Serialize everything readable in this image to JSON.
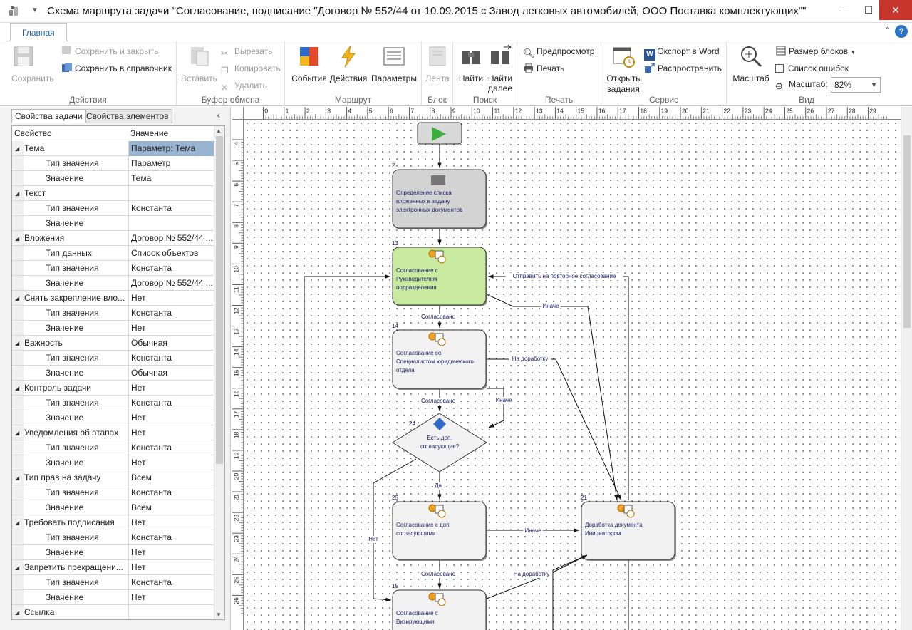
{
  "window": {
    "title": "Схема маршрута задачи \"Согласование, подписание \"Договор № 552/44 от 10.09.2015 с Завод легковых автомобилей, ООО Поставка комплектующих\"\"",
    "minimize": "—",
    "maximize": "☐",
    "close": "✕"
  },
  "ribbon": {
    "tab_main": "Главная",
    "help": "?",
    "groups": {
      "actions": {
        "label": "Действия",
        "save": "Сохранить",
        "save_close": "Сохранить и закрыть",
        "save_to_ref": "Сохранить в справочник"
      },
      "clipboard": {
        "label": "Буфер обмена",
        "paste": "Вставить",
        "cut": "Вырезать",
        "copy": "Копировать",
        "delete": "Удалить"
      },
      "route": {
        "label": "Маршрут",
        "events": "События",
        "actions": "Действия",
        "params": "Параметры"
      },
      "block": {
        "label": "Блок",
        "tape": "Лента"
      },
      "search": {
        "label": "Поиск",
        "find": "Найти",
        "find_next": "Найти далее"
      },
      "print": {
        "label": "Печать",
        "preview": "Предпросмотр",
        "print": "Печать"
      },
      "service": {
        "label": "Сервис",
        "open_task": "Открыть задания",
        "export_word": "Экспорт в Word",
        "distribute": "Распространить"
      },
      "view": {
        "label": "Вид",
        "scale": "Масштаб",
        "block_size": "Размер блоков",
        "error_list": "Список ошибок",
        "scale_label": "Масштаб:",
        "scale_value": "82%"
      }
    }
  },
  "left_panel": {
    "tabs": [
      "Свойства задачи",
      "Свойства элементов"
    ],
    "columns": [
      "Свойство",
      "Значение"
    ],
    "rows": [
      {
        "name": "Тема",
        "value": "Параметр: Тема",
        "level": 0,
        "selected": true
      },
      {
        "name": "Тип значения",
        "value": "Параметр",
        "level": 1
      },
      {
        "name": "Значение",
        "value": "Тема",
        "level": 1
      },
      {
        "name": "Текст",
        "value": "",
        "level": 0
      },
      {
        "name": "Тип значения",
        "value": "Константа",
        "level": 1
      },
      {
        "name": "Значение",
        "value": "",
        "level": 1
      },
      {
        "name": "Вложения",
        "value": "Договор № 552/44 ...",
        "level": 0
      },
      {
        "name": "Тип данных",
        "value": "Список объектов",
        "level": 1
      },
      {
        "name": "Тип значения",
        "value": "Константа",
        "level": 1
      },
      {
        "name": "Значение",
        "value": "Договор № 552/44 ...",
        "level": 1
      },
      {
        "name": "Снять закрепление вло...",
        "value": "Нет",
        "level": 0
      },
      {
        "name": "Тип значения",
        "value": "Константа",
        "level": 1
      },
      {
        "name": "Значение",
        "value": "Нет",
        "level": 1
      },
      {
        "name": "Важность",
        "value": "Обычная",
        "level": 0
      },
      {
        "name": "Тип значения",
        "value": "Константа",
        "level": 1
      },
      {
        "name": "Значение",
        "value": "Обычная",
        "level": 1
      },
      {
        "name": "Контроль задачи",
        "value": "Нет",
        "level": 0
      },
      {
        "name": "Тип значения",
        "value": "Константа",
        "level": 1
      },
      {
        "name": "Значение",
        "value": "Нет",
        "level": 1
      },
      {
        "name": "Уведомления об этапах",
        "value": "Нет",
        "level": 0
      },
      {
        "name": "Тип значения",
        "value": "Константа",
        "level": 1
      },
      {
        "name": "Значение",
        "value": "Нет",
        "level": 1
      },
      {
        "name": "Тип прав на задачу",
        "value": "Всем",
        "level": 0
      },
      {
        "name": "Тип значения",
        "value": "Константа",
        "level": 1
      },
      {
        "name": "Значение",
        "value": "Всем",
        "level": 1
      },
      {
        "name": "Требовать подписания",
        "value": "Нет",
        "level": 0
      },
      {
        "name": "Тип значения",
        "value": "Константа",
        "level": 1
      },
      {
        "name": "Значение",
        "value": "Нет",
        "level": 1
      },
      {
        "name": "Запретить прекращени...",
        "value": "Нет",
        "level": 0
      },
      {
        "name": "Тип значения",
        "value": "Константа",
        "level": 1
      },
      {
        "name": "Значение",
        "value": "Нет",
        "level": 1
      },
      {
        "name": "Ссылка",
        "value": "",
        "level": 0
      }
    ]
  },
  "rulers": {
    "top": [
      "0",
      "1",
      "2",
      "3",
      "4",
      "5",
      "6",
      "7",
      "8",
      "9",
      "10",
      "11",
      "12",
      "13",
      "14",
      "15",
      "16",
      "17",
      "18",
      "19",
      "20",
      "21",
      "22",
      "23",
      "24",
      "25",
      "26",
      "27",
      "28",
      "29"
    ],
    "left": [
      "4",
      "5",
      "6",
      "7",
      "8",
      "9",
      "10",
      "11",
      "12",
      "13",
      "14",
      "15",
      "16",
      "17",
      "18",
      "19",
      "20",
      "21",
      "22",
      "23",
      "24",
      "25",
      "26"
    ]
  },
  "diagram": {
    "blocks": {
      "b2": {
        "num": "2",
        "text": [
          "Определение списка",
          "вложенных в задачу",
          "электронных документов"
        ]
      },
      "b13": {
        "num": "13",
        "text": [
          "Согласование с",
          "Руководителем",
          "подразделения"
        ]
      },
      "b14": {
        "num": "14",
        "text": [
          "Согласование со",
          "Специалистом юридического",
          "отдела"
        ]
      },
      "b24": {
        "num": "24",
        "text": [
          "Есть доп.",
          "согласующие?"
        ]
      },
      "b25": {
        "num": "25",
        "text": [
          "Согласование с доп.",
          "согласующими"
        ]
      },
      "b21": {
        "num": "21",
        "text": [
          "Доработка документа",
          "Инициатором"
        ]
      },
      "b15": {
        "num": "15",
        "text": [
          "Согласование с",
          "Визирующими"
        ]
      }
    },
    "labels": {
      "resend": "Отправить на повторное согласование",
      "else": "Иначе",
      "approved": "Согласовано",
      "rework": "На доработку",
      "yes": "Да",
      "no": "Нет"
    }
  }
}
